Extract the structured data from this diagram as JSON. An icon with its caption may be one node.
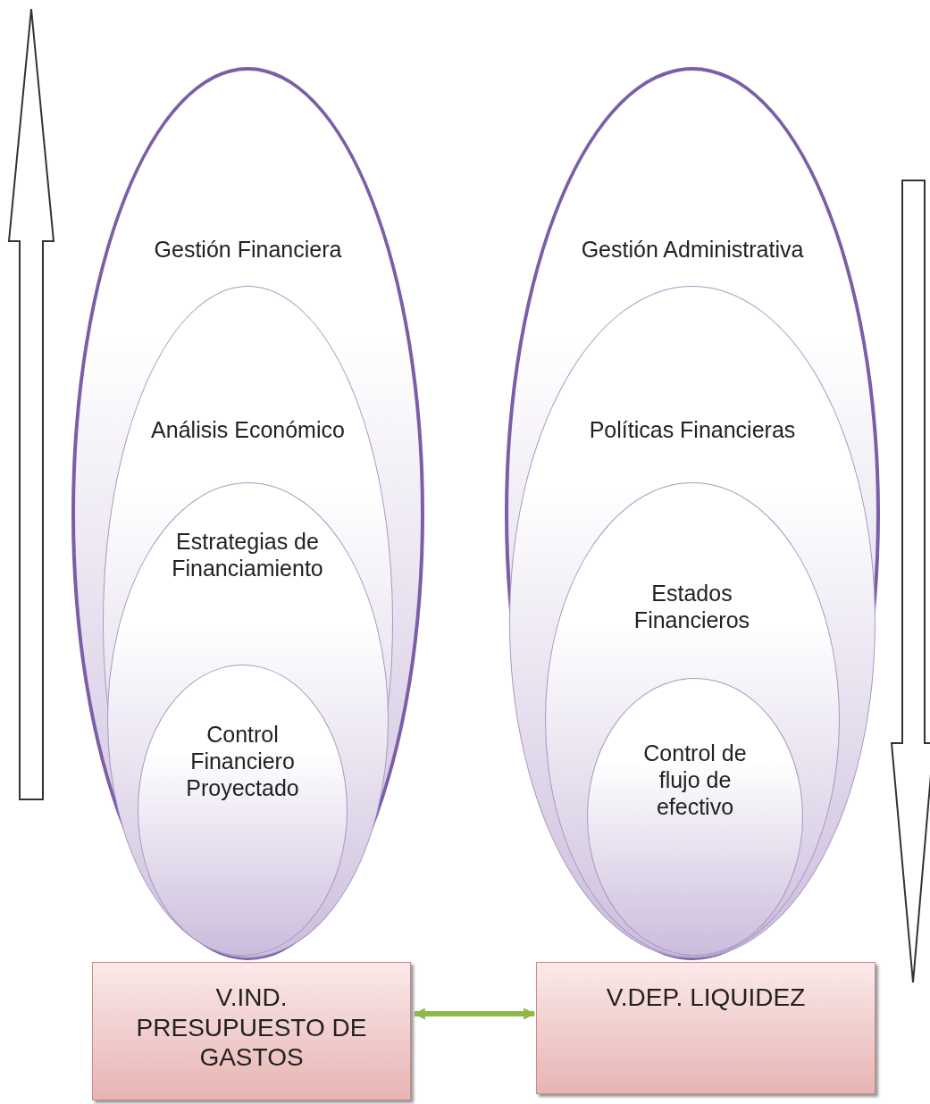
{
  "diagram": {
    "nodes": [
      {
        "text": [
          "Gestión Financiera"
        ]
      },
      {
        "text": [
          "Análisis Económico"
        ],
        "in": 0
      },
      {
        "text": [
          "Estrategias de Financiamiento"
        ],
        "in": 1
      },
      {
        "text": [
          "Control Financiero Proyectado"
        ],
        "in": 2
      },
      {
        "text": [
          "V.IND. PRESUPUESTO DE GASTOS"
        ]
      },
      {
        "text": [
          "Gestión Administrativa"
        ]
      },
      {
        "text": [
          "Políticas Financieras"
        ],
        "in": 5
      },
      {
        "text": [
          "Estados Financieros"
        ],
        "in": 6
      },
      {
        "text": [
          "Control de flujo de efectivo"
        ],
        "in": 7
      },
      {
        "text": [
          "V.DEP. LIQUIDEZ"
        ]
      }
    ],
    "edges": [
      {
        "from": 4,
        "to": 9,
        "arrow": "both",
        "color": "#8db84a"
      }
    ]
  }
}
